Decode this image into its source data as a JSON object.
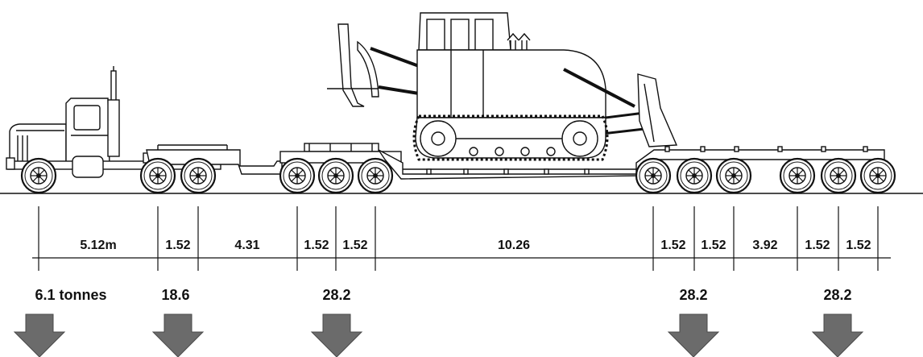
{
  "diagram": {
    "spacings": [
      {
        "label": "5.12m"
      },
      {
        "label": "1.52"
      },
      {
        "label": "4.31"
      },
      {
        "label": "1.52"
      },
      {
        "label": "1.52"
      },
      {
        "label": "10.26"
      },
      {
        "label": "1.52"
      },
      {
        "label": "1.52"
      },
      {
        "label": "3.92"
      },
      {
        "label": "1.52"
      },
      {
        "label": "1.52"
      }
    ],
    "loads": [
      {
        "label": "6.1 tonnes"
      },
      {
        "label": "18.6"
      },
      {
        "label": "28.2"
      },
      {
        "label": "28.2"
      },
      {
        "label": "28.2"
      }
    ],
    "colors": {
      "line": "#111111",
      "arrow_fill": "#6b6b6b",
      "arrow_stroke": "#4a4a4a",
      "wheel_fill": "#ffffff"
    }
  }
}
